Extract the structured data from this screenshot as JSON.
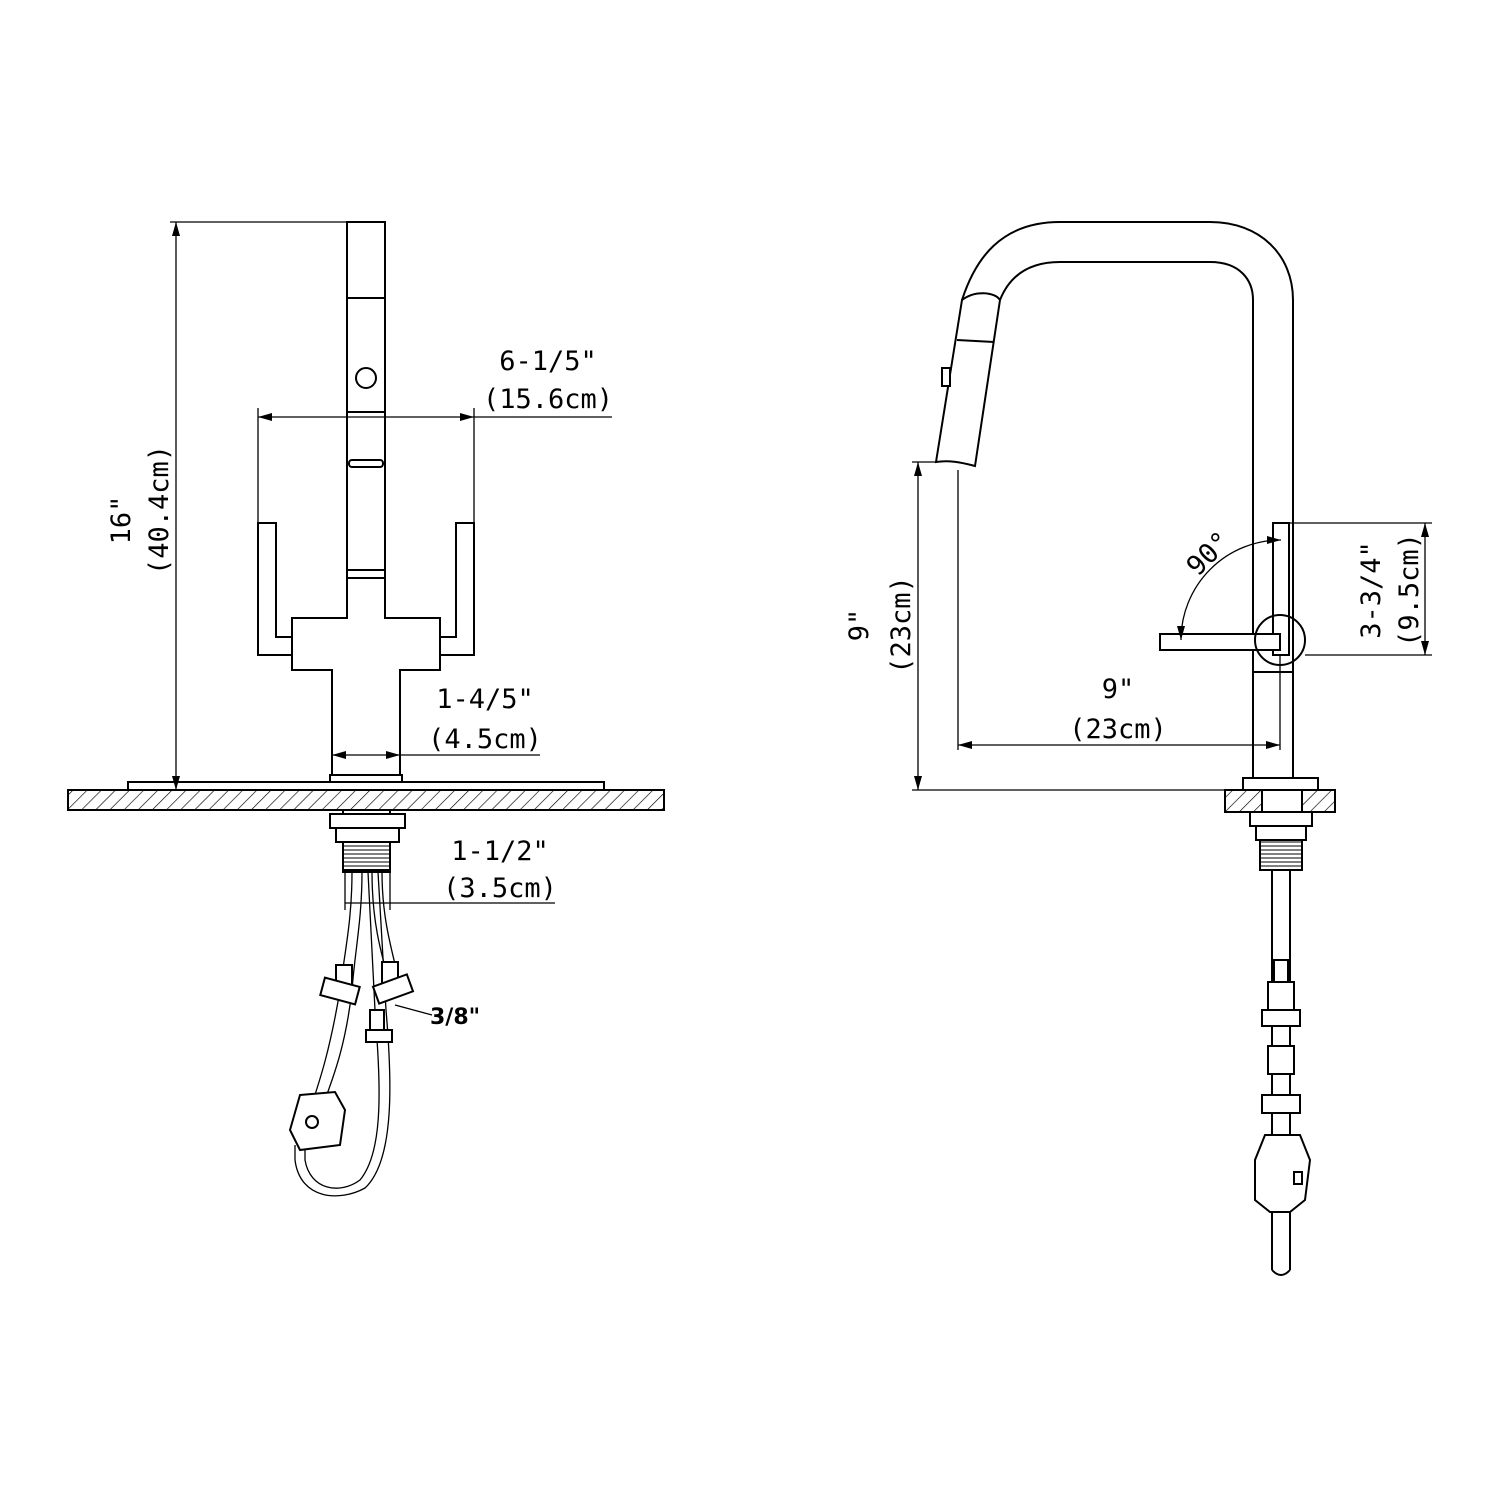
{
  "front_view": {
    "height_in": "16\"",
    "height_cm": "(40.4cm)",
    "handle_span_in": "6-1/5\"",
    "handle_span_cm": "(15.6cm)",
    "base_width_in": "1-4/5\"",
    "base_width_cm": "(4.5cm)",
    "shank_width_in": "1-1/2\"",
    "shank_width_cm": "(3.5cm)",
    "hose_size": "3/8\""
  },
  "side_view": {
    "spout_height_in": "9\"",
    "spout_height_cm": "(23cm)",
    "spout_reach_in": "9\"",
    "spout_reach_cm": "(23cm)",
    "handle_angle": "90°",
    "handle_height_in": "3-3/4\"",
    "handle_height_cm": "(9.5cm)"
  }
}
